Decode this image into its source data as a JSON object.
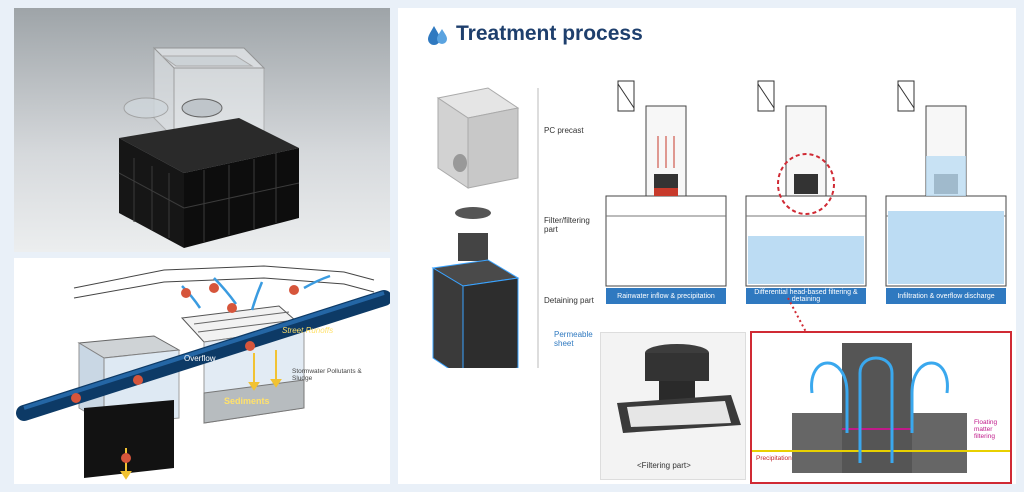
{
  "process": {
    "title": "Treatment process",
    "parts": {
      "pc_precast": "PC precast",
      "filter_part": "Filter/filtering part",
      "detaining_part": "Detaining part",
      "permeable_sheet": "Permeable sheet"
    },
    "stages": [
      {
        "label": "Rainwater inflow & precipitation"
      },
      {
        "label": "Differential head-based filtering & detaining"
      },
      {
        "label": "Infiltration & overflow discharge"
      }
    ],
    "photo_caption": "<Filtering part>",
    "zoom": {
      "floating": "Floating matter filtering",
      "precipitation": "Precipitation"
    }
  },
  "street": {
    "runoffs": "Street Runoffs",
    "overflow": "Overflow",
    "sediments": "Sediments",
    "pollutants": "Stormwater Pollutants & Sludge"
  },
  "colors": {
    "accent": "#2f79c0",
    "title": "#1e3f6d",
    "highlight": "#d02a34",
    "water": "#bcdcf3"
  }
}
